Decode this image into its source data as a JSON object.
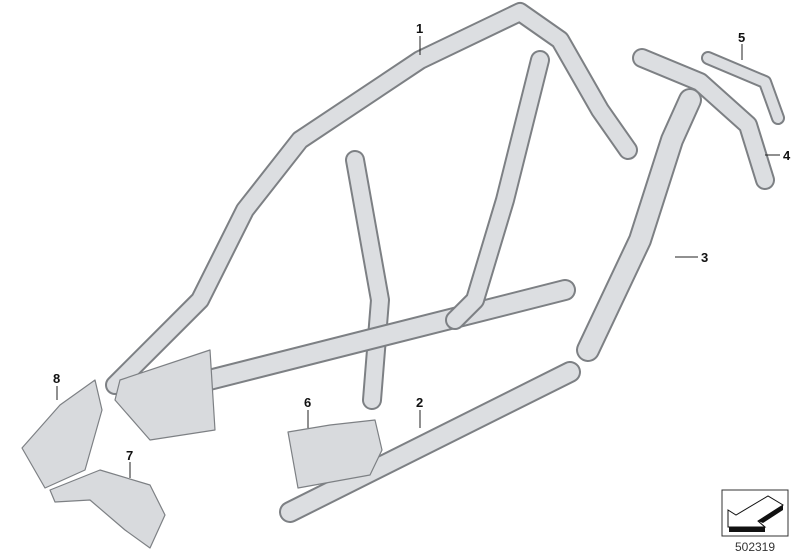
{
  "diagram": {
    "callouts": [
      "1",
      "2",
      "3",
      "4",
      "5",
      "6",
      "7",
      "8"
    ],
    "diagram_number": "502319",
    "nav_icon": "arrow-down-left-icon"
  }
}
